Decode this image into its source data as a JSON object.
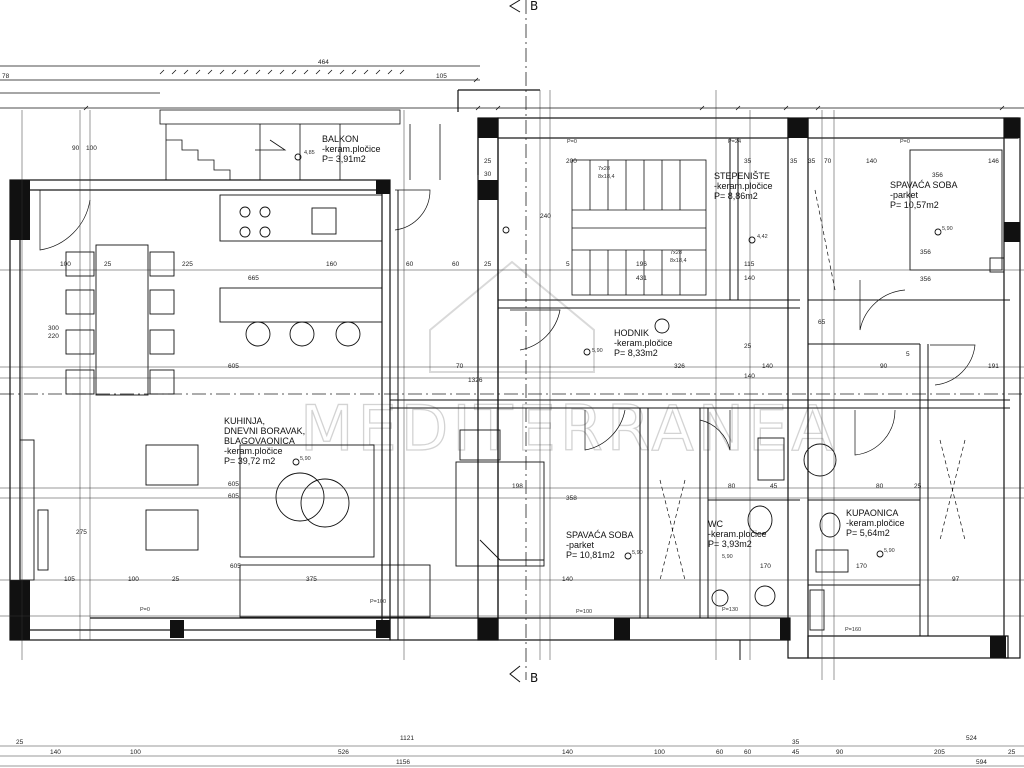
{
  "section_marker": "B",
  "watermark": "MEDITERRANEA",
  "rooms": {
    "balkon": {
      "name": "BALKON",
      "lines": [
        "-keram.pločice",
        "P= 3,91m2"
      ],
      "level": "4,85"
    },
    "stepeniste": {
      "name": "STEPENIŠTE",
      "lines": [
        "-keram.pločice",
        "P= 8,86m2"
      ],
      "level": "4,42"
    },
    "spavaca_1": {
      "name": "SPAVAĆA SOBA",
      "lines": [
        "-parket",
        "P= 10,57m2"
      ],
      "level": "5,90"
    },
    "hodnik": {
      "name": "HODNIK",
      "lines": [
        "-keram.pločice",
        "P= 8,33m2"
      ],
      "level": "5,90"
    },
    "kuhinja": {
      "name": "KUHINJA,",
      "lines": [
        "DNEVNI BORAVAK,",
        "BLAGOVAONICA",
        "-keram.pločice",
        "P= 39,72 m2"
      ],
      "level": "5,90"
    },
    "spavaca_2": {
      "name": "SPAVAĆA SOBA",
      "lines": [
        "-parket",
        "P= 10,81m2"
      ],
      "level": "5,90"
    },
    "wc": {
      "name": "WC",
      "lines": [
        "-keram.pločice",
        "P= 3,93m2"
      ],
      "level": "5,90"
    },
    "kupaonica": {
      "name": "KUPAONICA",
      "lines": [
        "-keram.pločice",
        "P= 5,64m2"
      ],
      "level": "5,90"
    }
  },
  "dims": {
    "top_total": "464",
    "top_left": "78",
    "top_right": "105",
    "top_row": [
      "25",
      "200",
      "35",
      "140",
      "35",
      "356",
      "146"
    ],
    "bottom_row": [
      "25",
      "140",
      "100",
      "526",
      "140",
      "100",
      "60",
      "60",
      "35",
      "45",
      "90",
      "205",
      "25"
    ],
    "bottom_mid": "1121",
    "bottom_total": "1156",
    "bottom_right": "524",
    "bottom_far": "594",
    "kitchen_row": [
      "100",
      "25",
      "225",
      "665",
      "160",
      "60",
      "60",
      "25",
      "5"
    ],
    "hall_row": [
      "605",
      "70",
      "326",
      "140",
      "90",
      "5",
      "191"
    ],
    "mid_row": [
      "605",
      "605",
      "198",
      "358",
      "80",
      "45",
      "80",
      "25"
    ],
    "low_row": [
      "605",
      "375",
      "105",
      "100",
      "25",
      "140",
      "170",
      "97"
    ],
    "misc": [
      "356",
      "356",
      "196",
      "431",
      "115",
      "140",
      "30",
      "35",
      "25",
      "70",
      "140",
      "240",
      "65",
      "275",
      "300",
      "220",
      "90",
      "100",
      "1326",
      "170"
    ],
    "parapets": [
      "P=0",
      "P=100",
      "P=24",
      "P=0",
      "P=100",
      "P=130",
      "P=160",
      "P=0"
    ],
    "stairs": [
      "7x28",
      "8x18,4",
      "7x28",
      "8x18,4"
    ]
  }
}
